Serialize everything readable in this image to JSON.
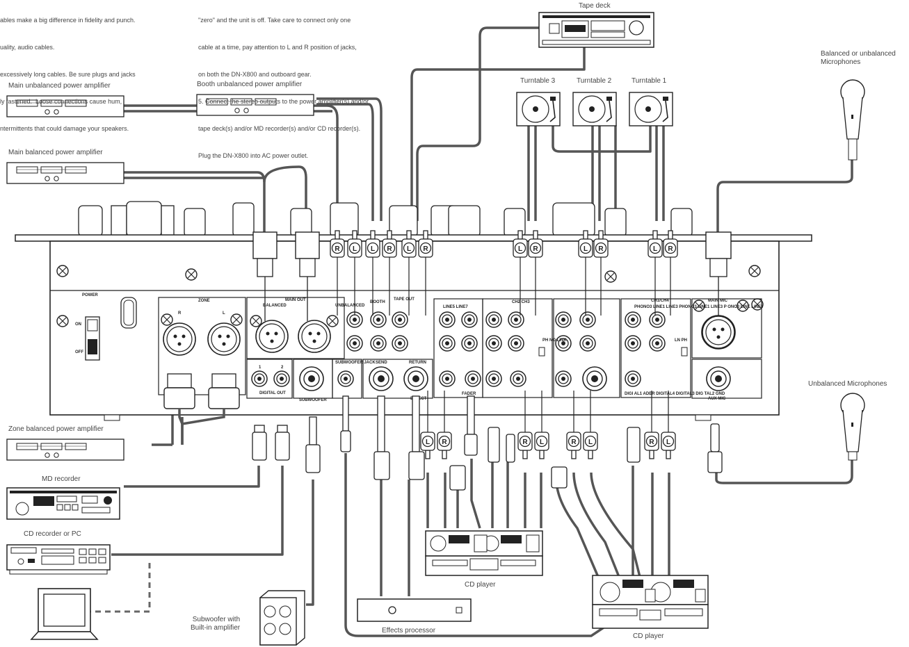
{
  "notes": {
    "left_lines": [
      "ables make a big difference in fidelity and punch.",
      "uality, audio cables.",
      "excessively long cables. Be sure plugs and jacks",
      "ly fastened.  Loose connections cause hum,",
      "ntermittents that could damage your speakers."
    ],
    "right_lines": [
      "\"zero\" and the unit is off. Take care to connect only one",
      "cable at a time, pay attention to L and R position of jacks,",
      "on both the DN-X800 and outboard gear.",
      "5. Connect the stereo outputs to the power amplifier(s) and/or",
      "tape deck(s) and/or MD recorder(s) and/or CD recorder(s).",
      "Plug the DN-X800 into AC power outlet."
    ]
  },
  "labels": {
    "tape_deck": "Tape deck",
    "main_unbal_amp": "Main unbalanced power amplifier",
    "booth_unbal_amp": "Booth unbalanced power amplifier",
    "main_bal_amp": "Main balanced power amplifier",
    "turntable_3": "Turntable 3",
    "turntable_2": "Turntable 2",
    "turntable_1": "Turntable 1",
    "mics_bal": "Balanced or unbalanced\nMicrophones",
    "mics_unbal": "Unbalanced Microphones",
    "zone_bal_amp": "Zone balanced power amplifier",
    "md_recorder": "MD recorder",
    "cd_recorder": "CD recorder or PC",
    "subwoofer": "Subwoofer with\nBuilt-in amplifier",
    "cd_player_1": "CD player",
    "effects_processor": "Effects processor",
    "cd_player_2": "CD player"
  },
  "panel": {
    "power": "POWER",
    "on": "ON",
    "off": "OFF",
    "zone": "ZONE",
    "zone_r": "R",
    "zone_l": "L",
    "main_out": "MAIN OUT",
    "balanced": "BALANCED",
    "unbalanced": "UNBALANCED",
    "booth": "BOOTH",
    "tape_out": "TAPE OUT",
    "line5_line7": "LINE5 LINE7",
    "ch2_ch3": "CH2 CH3",
    "ch1_ch4": "CH1/CH4",
    "phono_line_headers": "PHONO3 LINE1 LINE3 PHONO3 LINE1 LINE3 P  ONO3 LINE  LINE3",
    "main_mic": "MAIN MIC",
    "digital_out": "DIGITAL OUT",
    "out_1": "1",
    "out_2": "2",
    "subwoofer": "SUBWOOFER",
    "subwoofer_jack": "SUBWOOFER JACK",
    "send": "SEND",
    "return": "RETURN",
    "effect": "EFFECT",
    "fader": "FADER",
    "digital_bottom": "DIGI  AL1 ADER DIGITAL4 DIGITAL3 DIG  TAL2 GND",
    "aux_mic": "AUX MIC",
    "phono_link": "PH  NO LINK",
    "lnph": "LN  PH"
  },
  "plugs": {
    "booth_group": [
      "R",
      "L",
      "L",
      "R",
      "L",
      "R"
    ],
    "tt3": [
      "L",
      "R"
    ],
    "tt2": [
      "L",
      "R"
    ],
    "tt1": [
      "L",
      "R"
    ],
    "bottom_group_a": [
      "L",
      "R"
    ],
    "bottom_group_b": [
      "R",
      "L"
    ],
    "bottom_group_c": [
      "R",
      "L"
    ],
    "bottom_group_d": [
      "R",
      "L"
    ]
  }
}
